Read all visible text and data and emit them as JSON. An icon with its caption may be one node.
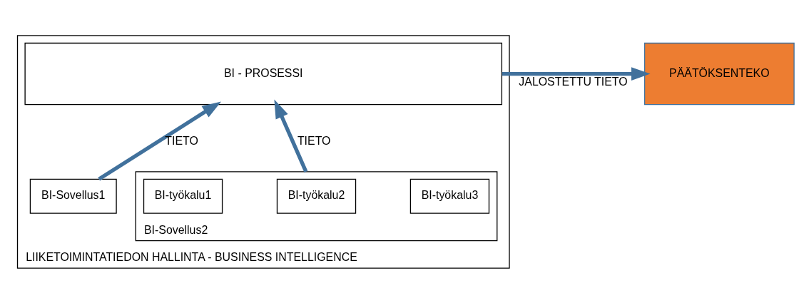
{
  "diagram": {
    "nodes": [
      {
        "text": [
          "LIIKETOIMINTATIEDON HALLINTA - BUSINESS INTELLIGENCE"
        ]
      },
      {
        "text": [
          "BI - PROSESSI"
        ],
        "in": 0
      },
      {
        "text": [
          "BI-Sovellus1"
        ],
        "in": 0
      },
      {
        "text": [
          "BI-Sovellus2"
        ],
        "in": 0
      },
      {
        "text": [
          "BI-työkalu1"
        ],
        "in": 3
      },
      {
        "text": [
          "BI-työkalu2"
        ],
        "in": 3
      },
      {
        "text": [
          "BI-työkalu3"
        ],
        "in": 3
      },
      {
        "text": [
          "PÄÄTÖKSENTEKO"
        ]
      }
    ],
    "edges": [
      {
        "from": 2,
        "to": 1,
        "arrow": "to",
        "label": "TIETO"
      },
      {
        "from": 3,
        "to": 1,
        "arrow": "to",
        "label": "TIETO"
      },
      {
        "from": 1,
        "to": 7,
        "arrow": "to",
        "label": "JALOSTETTU TIETO"
      }
    ]
  }
}
